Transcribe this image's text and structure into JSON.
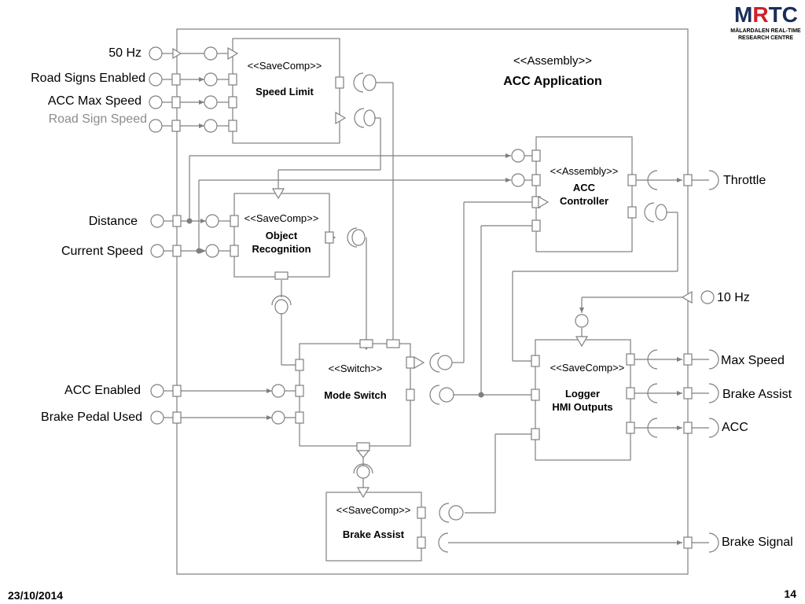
{
  "logo": {
    "name_part1": "M",
    "name_part2": "R",
    "name_part3": "T",
    "name_part4": "C",
    "line1": "MÄLARDALEN REAL-TIME",
    "line2": "RESEARCH CENTRE",
    "colors": {
      "dark": "#1a2e5a",
      "accent": "#d21f26"
    }
  },
  "assembly": {
    "stereotype": "<<Assembly>>",
    "name": "ACC Application"
  },
  "inputs": {
    "hz50": "50 Hz",
    "road_signs_enabled": "Road Signs Enabled",
    "acc_max_speed": "ACC Max Speed",
    "road_sign_speed": "Road Sign Speed",
    "distance": "Distance",
    "current_speed": "Current Speed",
    "acc_enabled": "ACC Enabled",
    "brake_pedal_used": "Brake Pedal Used",
    "hz10": "10 Hz"
  },
  "outputs": {
    "throttle": "Throttle",
    "max_speed": "Max Speed",
    "brake_assist": "Brake Assist",
    "acc": "ACC",
    "brake_signal": "Brake Signal"
  },
  "components": {
    "speed_limit": {
      "stereotype": "<<SaveComp>>",
      "name": "Speed Limit"
    },
    "object_recognition": {
      "stereotype": "<<SaveComp>>",
      "name_line1": "Object",
      "name_line2": "Recognition"
    },
    "acc_controller": {
      "stereotype": "<<Assembly>>",
      "name_line1": "ACC",
      "name_line2": "Controller"
    },
    "mode_switch": {
      "stereotype": "<<Switch>>",
      "name": "Mode Switch"
    },
    "logger": {
      "stereotype": "<<SaveComp>>",
      "name_line1": "Logger",
      "name_line2": "HMI Outputs"
    },
    "brake_assist": {
      "stereotype": "<<SaveComp>>",
      "name": "Brake Assist"
    }
  },
  "footer": {
    "date": "23/10/2014",
    "page": "14"
  }
}
